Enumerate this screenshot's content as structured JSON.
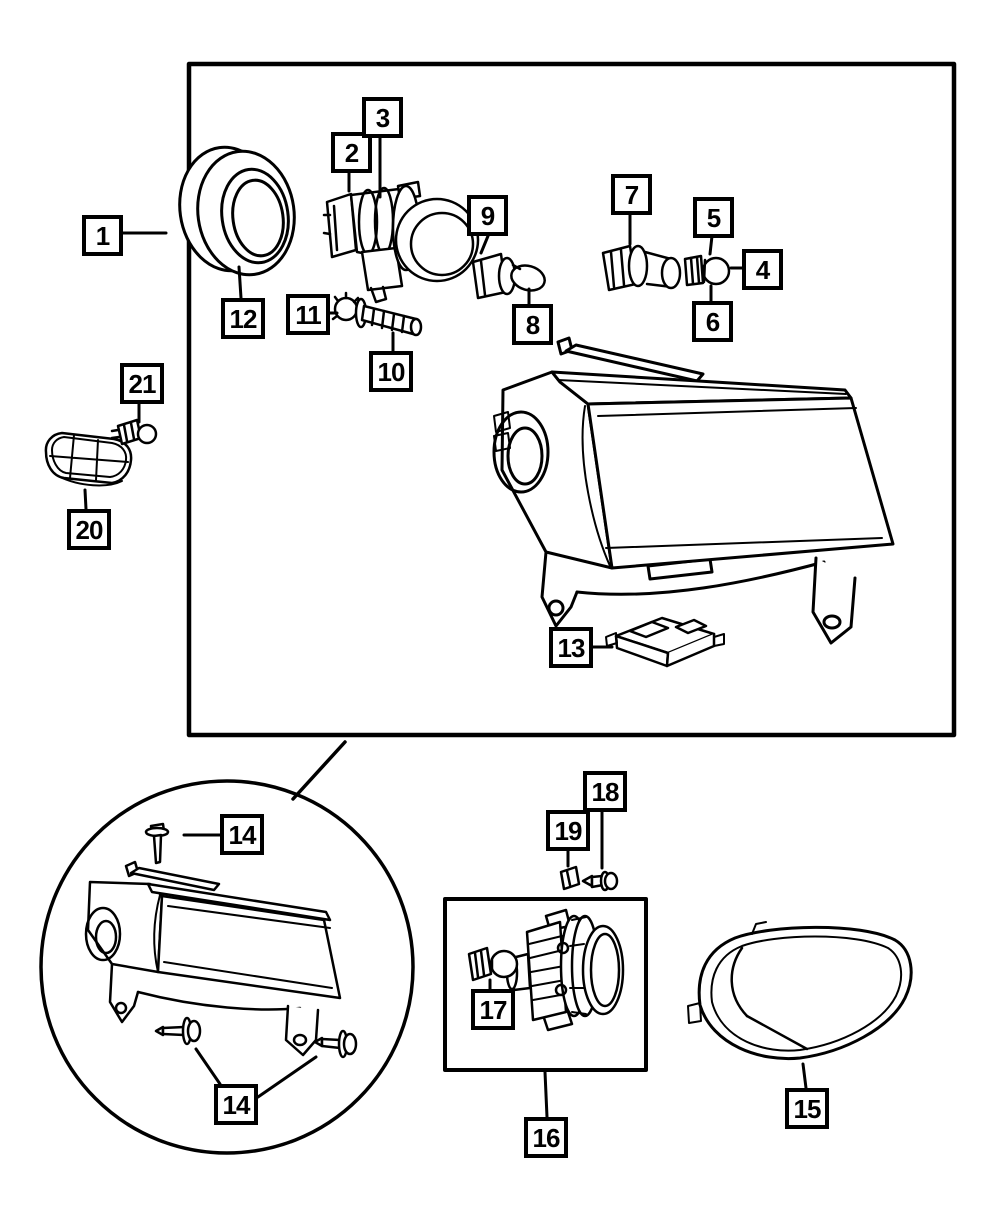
{
  "diagram": {
    "background_color": "#ffffff",
    "line_color": "#000000",
    "callouts": {
      "n1": "1",
      "n2": "2",
      "n3": "3",
      "n4": "4",
      "n5": "5",
      "n6": "6",
      "n7": "7",
      "n8": "8",
      "n9": "9",
      "n10": "10",
      "n11": "11",
      "n12": "12",
      "n13": "13",
      "n14a": "14",
      "n14b": "14",
      "n15": "15",
      "n16": "16",
      "n17": "17",
      "n18": "18",
      "n19": "19",
      "n20": "20",
      "n21": "21"
    },
    "icons": [
      "headlamp-bezel-ring-drawing",
      "projector-unit-drawing",
      "bulb-socket-drawing",
      "hid-bulb-drawing",
      "wedge-bulb-drawing",
      "adjuster-screw-drawing",
      "headlamp-assembly-drawing",
      "ballast-module-drawing",
      "side-marker-lamp-drawing",
      "side-marker-bulb-drawing",
      "mounting-screw-drawing",
      "fog-lamp-drawing",
      "fog-lamp-bulb-drawing",
      "retainer-clip-drawing",
      "fog-lamp-screw-drawing",
      "fog-lamp-bezel-drawing"
    ]
  }
}
